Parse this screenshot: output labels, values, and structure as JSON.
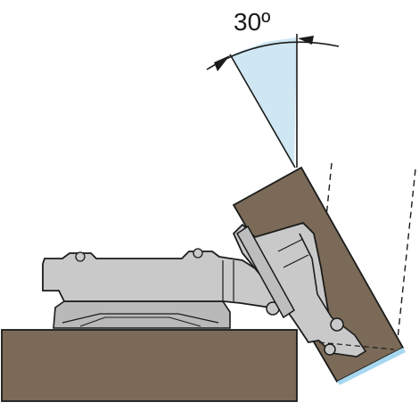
{
  "angle_label": "30º",
  "colors": {
    "wood": "#7a6a57",
    "hinge_metal": "#c9c9c9",
    "outline": "#1b1b1b",
    "angle_fill": "#cfe7f3",
    "edge_highlight": "#a8d8f0"
  },
  "icons": {
    "cabinet_side": "wood-panel",
    "door": "wood-panel-rotated",
    "hinge": "concealed-hinge"
  }
}
